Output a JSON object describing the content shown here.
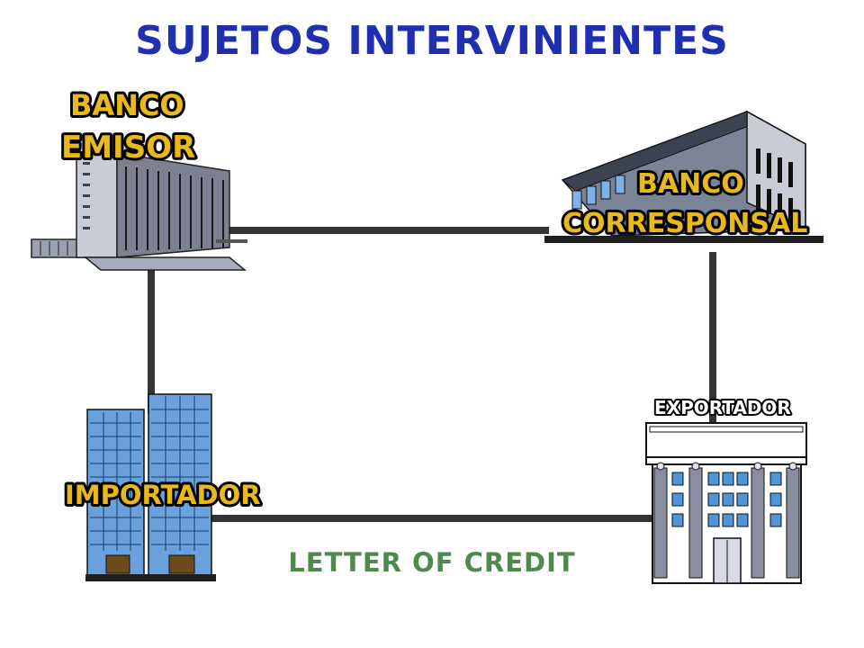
{
  "title": "SUJETOS INTERVINIENTES",
  "caption": "LETTER OF CREDIT",
  "nodes": {
    "issuing_bank": {
      "line1": "BANCO",
      "line2": "EMISOR"
    },
    "correspondent_bank": {
      "line1": "BANCO",
      "line2": "CORRESPONSAL"
    },
    "importer": {
      "label": "IMPORTADOR"
    },
    "exporter": {
      "label": "EXPORTADOR"
    }
  },
  "colors": {
    "title": "#1f2fb0",
    "caption": "#4e8a4e",
    "label_fill": "#e8b81c",
    "connector": "#333333",
    "building_blue": "#5a8fd0"
  },
  "icons": [
    "office-tower-icon",
    "bank-building-icon",
    "twin-towers-icon",
    "columned-building-icon"
  ]
}
